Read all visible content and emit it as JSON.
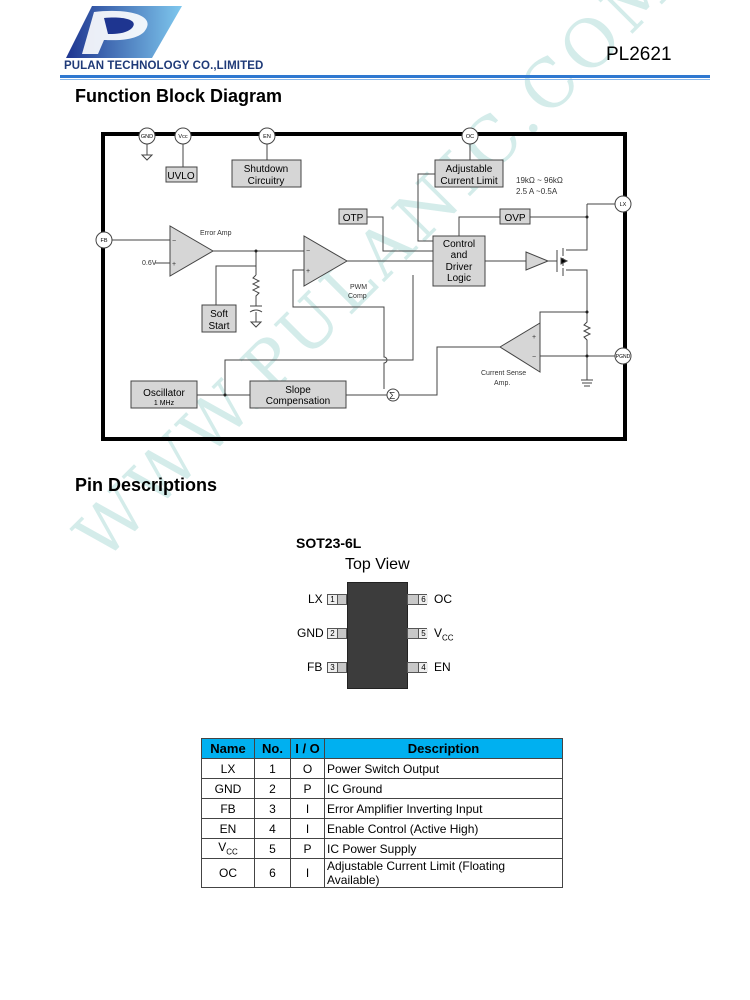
{
  "header": {
    "company": "PULAN TECHNOLOGY CO.,LIMITED",
    "part_number": "PL2621",
    "brand_color": "#2f78d0"
  },
  "sections": {
    "block_diagram_title": "Function Block Diagram",
    "pin_descriptions_title": "Pin Descriptions"
  },
  "diagram": {
    "pins": {
      "gnd": "GND",
      "vcc": "Vcc",
      "en": "EN",
      "oc": "OC",
      "lx": "LX",
      "fb": "FB",
      "pgnd": "PGND"
    },
    "blocks": {
      "uvlo": "UVLO",
      "shutdown_1": "Shutdown",
      "shutdown_2": "Circuitry",
      "adj_1": "Adjustable",
      "adj_2": "Current Limit",
      "otp": "OTP",
      "ovp": "OVP",
      "ctrl_1": "Control",
      "ctrl_2": "and",
      "ctrl_3": "Driver",
      "ctrl_4": "Logic",
      "soft_1": "Soft",
      "soft_2": "Start",
      "osc_1": "Oscillator",
      "osc_2": "1 MHz",
      "slope_1": "Slope",
      "slope_2": "Compensation"
    },
    "labels": {
      "error_amp": "Error Amp",
      "ref_voltage": "0.6V",
      "pwm_1": "PWM",
      "pwm_2": "Comp",
      "cs_1": "Current Sense",
      "cs_2": "Amp.",
      "res_range": "19kΩ ~ 96kΩ",
      "cur_range": "2.5 A ~0.5A",
      "sigma": "Σ",
      "minus": "−",
      "plus": "+"
    }
  },
  "package": {
    "name": "SOT23-6L",
    "view": "Top View",
    "left_pins": [
      {
        "label": "LX",
        "num": "1"
      },
      {
        "label": "GND",
        "num": "2"
      },
      {
        "label": "FB",
        "num": "3"
      }
    ],
    "right_pins": [
      {
        "label": "OC",
        "num": "6",
        "sub": ""
      },
      {
        "label": "V",
        "num": "5",
        "sub": "CC"
      },
      {
        "label": "EN",
        "num": "4",
        "sub": ""
      }
    ]
  },
  "pin_table": {
    "headers": [
      "Name",
      "No.",
      "I / O",
      "Description"
    ],
    "rows": [
      {
        "name": "LX",
        "sub": "",
        "no": "1",
        "io": "O",
        "desc": "Power Switch Output"
      },
      {
        "name": "GND",
        "sub": "",
        "no": "2",
        "io": "P",
        "desc": "IC Ground"
      },
      {
        "name": "FB",
        "sub": "",
        "no": "3",
        "io": "I",
        "desc": "Error Amplifier Inverting Input"
      },
      {
        "name": "EN",
        "sub": "",
        "no": "4",
        "io": "I",
        "desc": "Enable Control (Active High)"
      },
      {
        "name": "V",
        "sub": "CC",
        "no": "5",
        "io": "P",
        "desc": "IC Power Supply"
      },
      {
        "name": "OC",
        "sub": "",
        "no": "6",
        "io": "I",
        "desc": "Adjustable Current Limit (Floating Available)"
      }
    ],
    "header_color": "#00b0f0"
  },
  "watermark": "WWW.PULANIC.COM"
}
